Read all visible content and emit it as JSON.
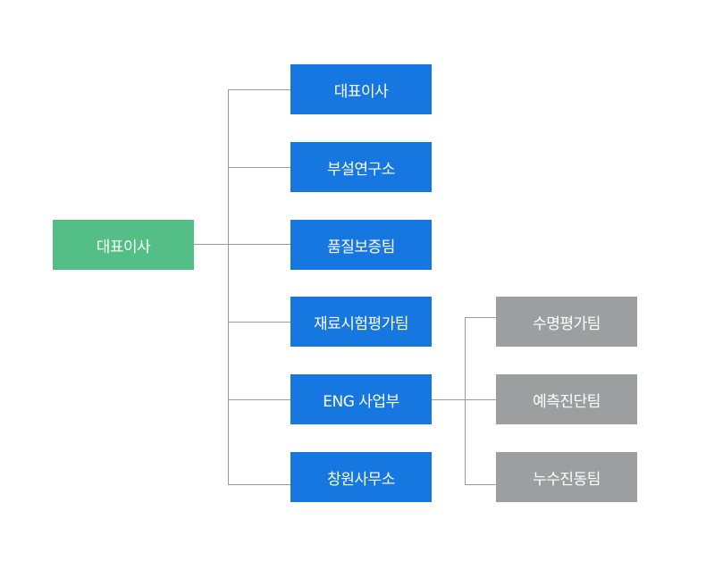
{
  "org": {
    "root": {
      "label": "대표이사"
    },
    "departments": [
      {
        "label": "대표이사"
      },
      {
        "label": "부설연구소"
      },
      {
        "label": "품질보증팀"
      },
      {
        "label": "재료시험평가팀"
      },
      {
        "label": "ENG 사업부"
      },
      {
        "label": "창원사무소"
      }
    ],
    "eng_teams": [
      {
        "label": "수명평가팀"
      },
      {
        "label": "예측진단팀"
      },
      {
        "label": "누수진동팀"
      }
    ],
    "colors": {
      "root": "#53be86",
      "department": "#1677e1",
      "team": "#9d9ea0",
      "connector": "#9a9a9a"
    }
  }
}
